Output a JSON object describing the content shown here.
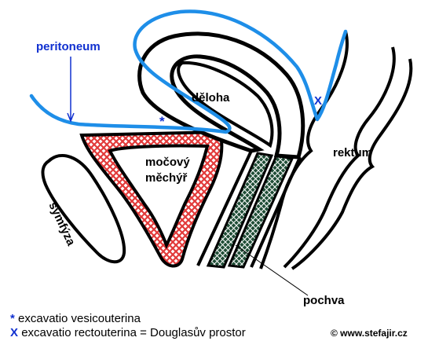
{
  "labels": {
    "peritoneum": "peritoneum",
    "deloha": "děloha",
    "mocovy_mechyr_line1": "močový",
    "mocovy_mechyr_line2": "měchýř",
    "symfyza": "symfýza",
    "rektum": "rektum",
    "pochva": "pochva",
    "star_mark": "*",
    "x_mark": "X"
  },
  "legend": {
    "items": [
      {
        "marker": "*",
        "text": "excavatio vesicouterina"
      },
      {
        "marker": "X",
        "text": "excavatio rectouterina =  Douglasův prostor"
      }
    ]
  },
  "copyright": "© www.stefajir.cz",
  "colors": {
    "peritoneum": "#1e8ee8",
    "bladder_wall": "#e23a3a",
    "vagina_wall": "#1f4d36",
    "outline": "#000000",
    "label_blue": "#1030d0"
  }
}
